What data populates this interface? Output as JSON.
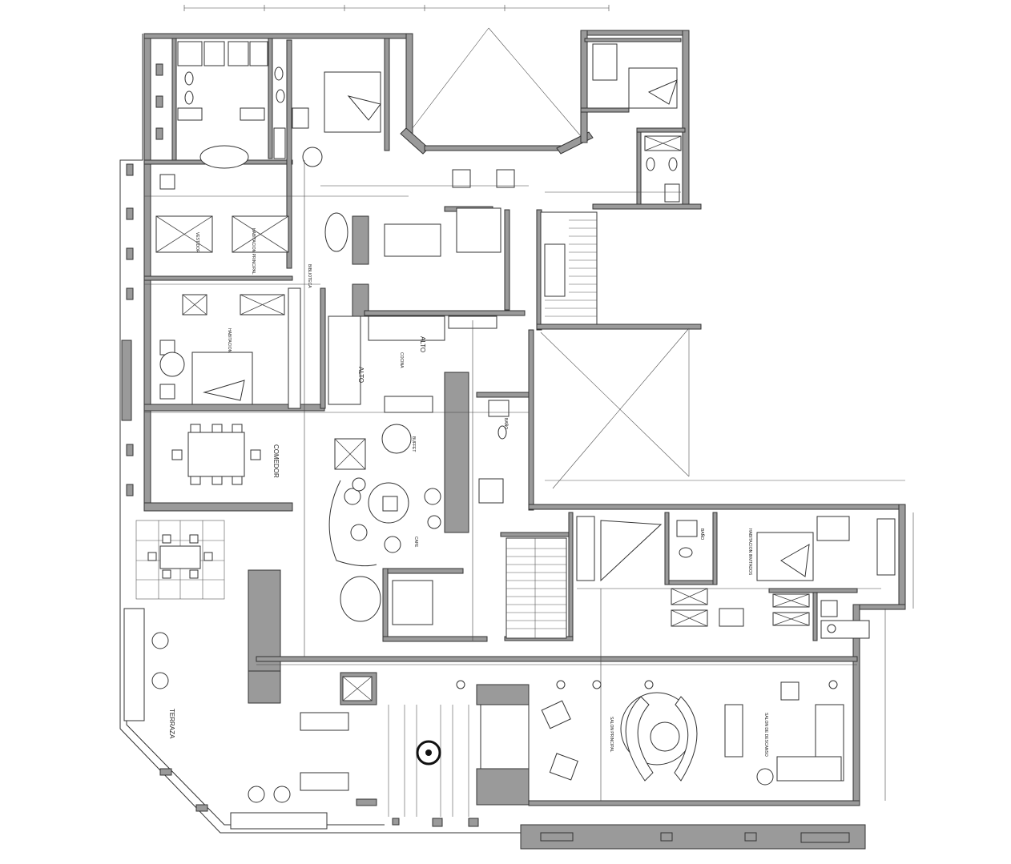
{
  "plan": {
    "labels": {
      "terraza": "TERRAZA",
      "comedor": "COMEDOR",
      "cocina": "COCINA",
      "alto": "ALTO",
      "alto2": "ALTO",
      "bano": "BAÑO",
      "bano2": "BAÑO",
      "salon_principal": "SALON PRINCIPAL",
      "salon_descanso": "SALON DE DESCANSO",
      "habitacion_principal": "HABITACION PRINCIPAL",
      "habitacion": "HABITACION",
      "habitacion_invitados": "HABITACION INVITADOS",
      "vestidor": "VESTIDOR",
      "biblioteca": "BIBLIOTECA",
      "cafe": "CAFE",
      "buffet": "BUFFET"
    }
  }
}
